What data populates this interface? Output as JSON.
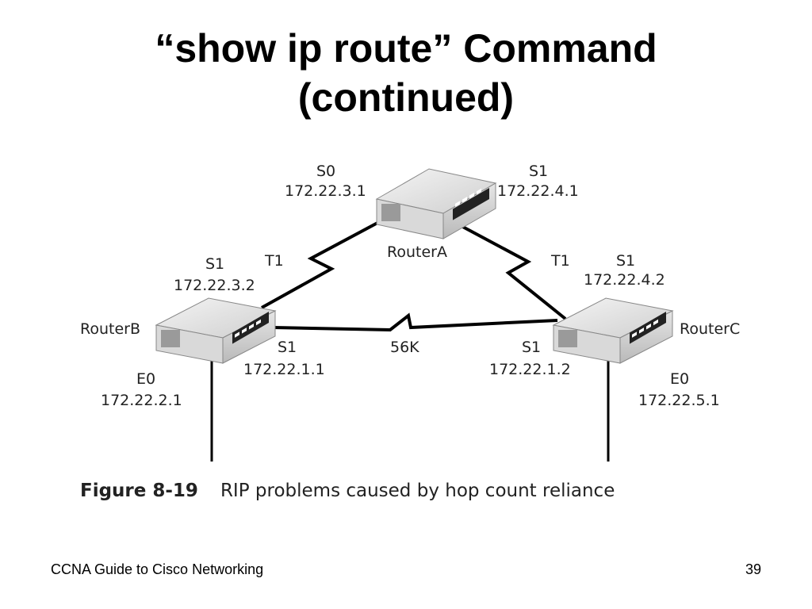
{
  "slide": {
    "title_line1": "“show ip route” Command",
    "title_line2": "(continued)",
    "footer_left": "CCNA Guide to Cisco Networking",
    "page_number": "39"
  },
  "figure": {
    "number": "Figure 8-19",
    "caption": "RIP problems caused by hop count reliance"
  },
  "routers": {
    "a": {
      "name": "RouterA",
      "icon": "router-icon"
    },
    "b": {
      "name": "RouterB",
      "icon": "router-icon"
    },
    "c": {
      "name": "RouterC",
      "icon": "router-icon"
    }
  },
  "interfaces": {
    "a_s0": {
      "name": "S0",
      "ip": "172.22.3.1"
    },
    "a_s1": {
      "name": "S1",
      "ip": "172.22.4.1"
    },
    "b_s1": {
      "name": "S1",
      "ip": "172.22.3.2"
    },
    "b_s1_low": {
      "name": "S1",
      "ip": "172.22.1.1"
    },
    "b_e0": {
      "name": "E0",
      "ip": "172.22.2.1"
    },
    "c_s1": {
      "name": "S1",
      "ip": "172.22.4.2"
    },
    "c_s1_low": {
      "name": "S1",
      "ip": "172.22.1.2"
    },
    "c_e0": {
      "name": "E0",
      "ip": "172.22.5.1"
    }
  },
  "links": {
    "ab": {
      "speed": "T1"
    },
    "ac": {
      "speed": "T1"
    },
    "bc": {
      "speed": "56K"
    }
  }
}
